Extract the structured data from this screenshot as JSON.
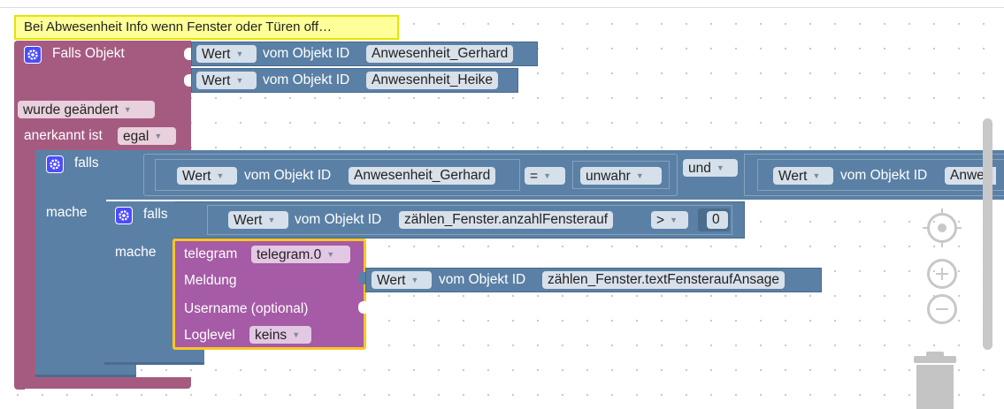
{
  "comment": "Bei Abwesenheit Info wenn Fenster oder Türen off…",
  "trigger": {
    "title": "Falls Objekt",
    "rows": [
      {
        "field": "Wert",
        "label": "vom Objekt ID",
        "object_id": "Anwesenheit_Gerhard"
      },
      {
        "field": "Wert",
        "label": "vom Objekt ID",
        "object_id": "Anwesenheit_Heike"
      }
    ],
    "condition": "wurde geändert",
    "ack_label": "anerkannt ist",
    "ack_value": "egal"
  },
  "outer_if": {
    "if_label": "falls",
    "do_label": "mache",
    "left": {
      "field": "Wert",
      "label": "vom Objekt ID",
      "object_id": "Anwesenheit_Gerhard",
      "operator": "=",
      "value": "unwahr"
    },
    "logic": "und",
    "right": {
      "field": "Wert",
      "label": "vom Objekt ID",
      "object_id": "Anwes"
    }
  },
  "inner_if": {
    "if_label": "falls",
    "do_label": "mache",
    "field": "Wert",
    "label": "vom Objekt ID",
    "object_id": "zählen_Fenster.anzahlFensterauf",
    "operator": ">",
    "number": "0"
  },
  "telegram": {
    "title": "telegram",
    "instance": "telegram.0",
    "meldung_label": "Meldung",
    "meldung": {
      "field": "Wert",
      "label": "vom Objekt ID",
      "object_id": "zählen_Fenster.textFensteraufAnsage"
    },
    "username_label": "Username (optional)",
    "loglevel_label": "Loglevel",
    "loglevel": "keins"
  },
  "colors": {
    "trigger": "#a55b80",
    "control": "#5b80a5",
    "telegram": "#a55ba5",
    "telegram_border": "#fcc624",
    "comment_bg": "#ffff99"
  }
}
